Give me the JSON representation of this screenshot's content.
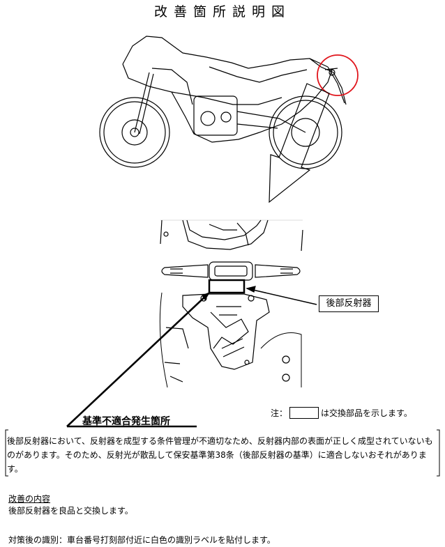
{
  "title": "改善箇所説明図",
  "callouts": {
    "reflector": "後部反射器",
    "nonconformity": "基準不適合発生箇所"
  },
  "note": {
    "prefix": "注：",
    "suffix": "は交換部品を示します。"
  },
  "description": "後部反射器において、反射器を成型する条件管理が不適切なため、反射器内部の表面が正しく成型されていないものがあります。そのため、反射光が散乱して保安基準第38条（後部反射器の基準）に適合しないおそれがあります。",
  "improvement": {
    "heading": "改善の内容",
    "body": "後部反射器を良品と交換します。"
  },
  "identification": "対策後の識別：車台番号打刻部付近に白色の識別ラベルを貼付します。",
  "colors": {
    "highlight_circle": "#e0141b"
  }
}
